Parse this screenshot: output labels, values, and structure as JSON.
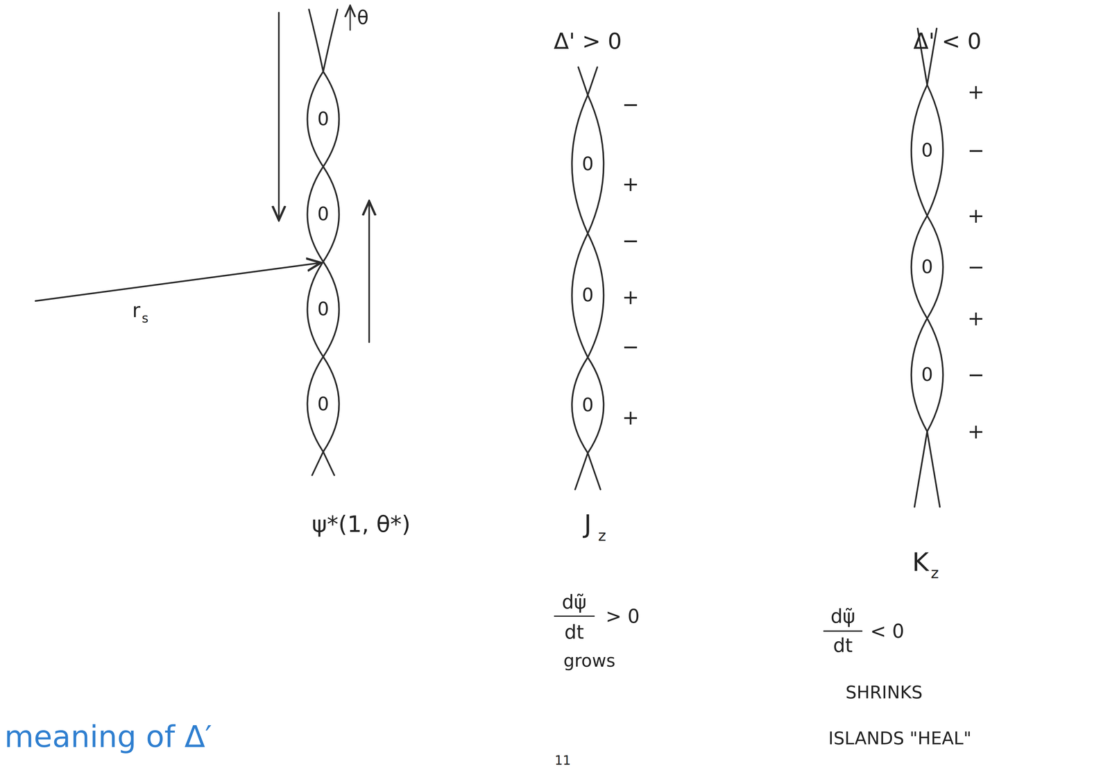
{
  "diagram": {
    "title": "meaning of Δ′",
    "labels": [
      "θ",
      "r",
      "s",
      "0",
      "0",
      "0",
      "0",
      "ψ*(1, θ*)",
      "Δ' > 0",
      "0",
      "0",
      "0",
      "−",
      "+",
      "−",
      "+",
      "−",
      "+",
      "J",
      "z",
      "dψ̃",
      "dt",
      "> 0",
      "grows",
      "Δ' < 0",
      "0",
      "0",
      "0",
      "+",
      "−",
      "+",
      "−",
      "+",
      "−",
      "+",
      "K",
      "z",
      "dψ̃",
      "dt",
      "< 0",
      "SHRINKS",
      "ISLANDS \"HEAL\"",
      "11"
    ]
  }
}
